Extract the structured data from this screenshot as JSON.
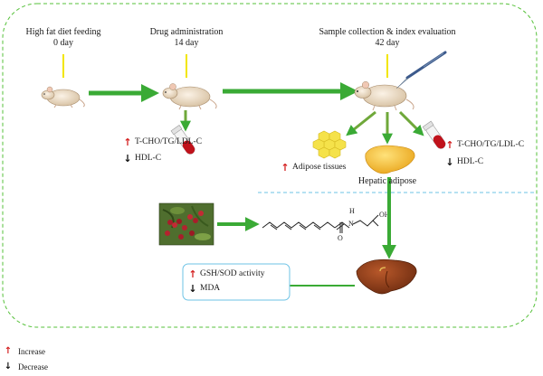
{
  "stages": [
    {
      "title": "High fat diet feeding",
      "day": "0 day"
    },
    {
      "title": "Drug  administration",
      "day": "14 day"
    },
    {
      "title": "Sample collection & index evaluation",
      "day": "42 day"
    }
  ],
  "left_indicators": {
    "increase": "T-CHO/TG/LDL-C",
    "decrease": "HDL-C"
  },
  "right_indicators": {
    "increase": "T-CHO/TG/LDL-C",
    "decrease": "HDL-C"
  },
  "adipose_label": "Adipose tissues",
  "hepatic_label": "Hepatic adipose",
  "compound": {
    "label_h": "H",
    "label_n": "N",
    "label_oh": "OH",
    "label_o": "O"
  },
  "liver_box": {
    "increase": "GSH/SOD activity",
    "decrease": "MDA"
  },
  "legend": {
    "increase": "Increase",
    "decrease": "Decrease"
  },
  "colors": {
    "green_arrow": "#3aaa35",
    "dashed_border": "#56c13a",
    "separator": "#6ec3e6",
    "yellow_line": "#f2e600",
    "increase_arrow": "#d42020",
    "decrease_arrow": "#111111",
    "liver": "#8a3b1a",
    "fat_yellow": "#f5e24a"
  },
  "icons": [
    "mouse-icon",
    "blood-tube-icon",
    "scalpel-icon",
    "fat-cells-icon",
    "liver-icon",
    "plant-photo",
    "molecule-structure"
  ]
}
